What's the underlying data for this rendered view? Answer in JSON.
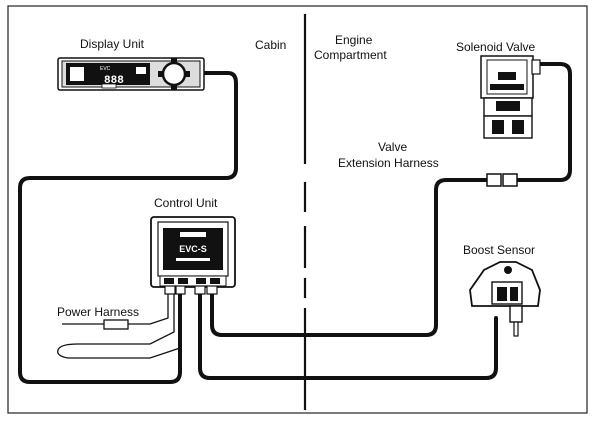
{
  "labels": {
    "display_unit": "Display Unit",
    "cabin": "Cabin",
    "engine_compartment_line1": "Engine",
    "engine_compartment_line2": "Compartment",
    "solenoid_valve": "Solenoid Valve",
    "valve_ext_line1": "Valve",
    "valve_ext_line2": "Extension Harness",
    "control_unit": "Control Unit",
    "boost_sensor": "Boost Sensor",
    "power_harness": "Power Harness"
  },
  "device_text": {
    "evc": "EVC",
    "display_digits": "888",
    "control_evc": "EVC-S"
  }
}
